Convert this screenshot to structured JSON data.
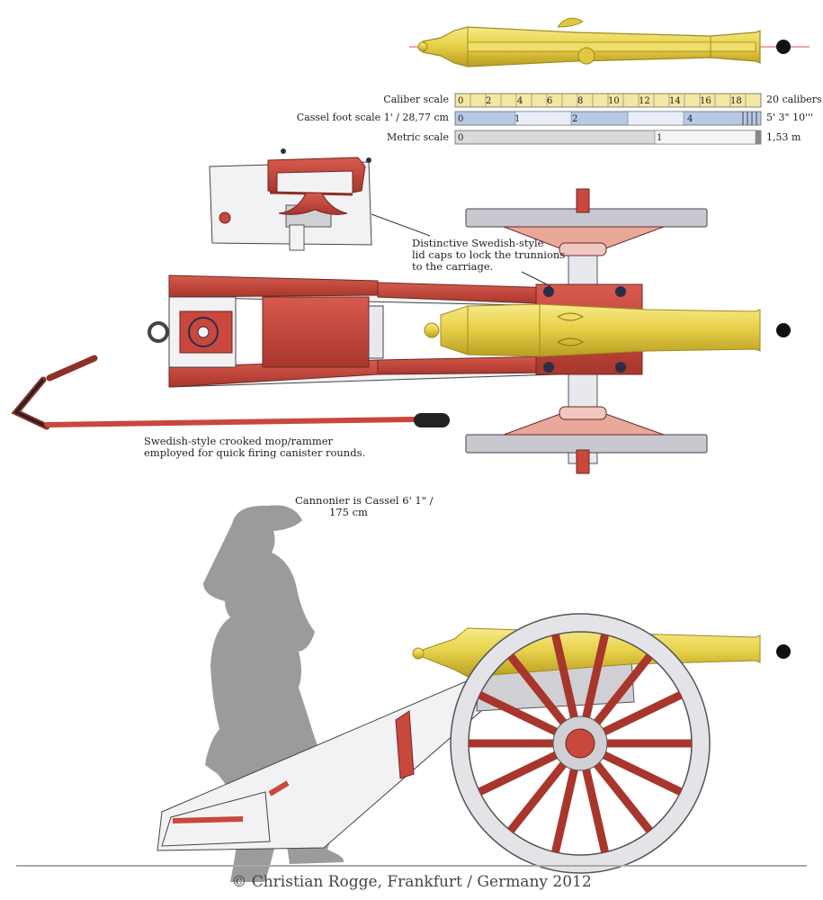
{
  "scales": {
    "caliber": {
      "label": "Caliber scale",
      "ticks": [
        "0",
        "2",
        "4",
        "6",
        "8",
        "10",
        "12",
        "14",
        "16",
        "18"
      ],
      "end": "20 calibers"
    },
    "foot": {
      "label": "Cassel foot scale 1' / 28,77 cm",
      "ticks": [
        "0",
        "1",
        "2",
        "4"
      ],
      "end": "5' 3\" 10'''"
    },
    "metric": {
      "label": "Metric scale",
      "ticks": [
        "0",
        "1"
      ],
      "end": "1,53  m"
    }
  },
  "annotations": {
    "lid_caps": [
      "Distinctive Swedish-style",
      "lid caps to lock the trunnions",
      "to the carriage."
    ],
    "rammer": [
      "Swedish-style crooked mop/rammer",
      "employed for quick firing canister rounds."
    ],
    "cannonier": [
      "Cannonier is Cassel 6' 1\" /",
      "175 cm"
    ]
  },
  "copyright": "© Christian Rogge, Frankfurt / Germany 2012",
  "colors": {
    "barrel": "#e8d24a",
    "barrel_edge": "#a08a1e",
    "carriage_red": "#c9473c",
    "iron": "#8e2f28",
    "wood_white": "#f2f2f4",
    "silhouette": "#9b9b9b",
    "caliber_bar": "#f3e7a3",
    "foot_bar": "#b8c9e6",
    "metric_bar": "#d9d9d9"
  }
}
